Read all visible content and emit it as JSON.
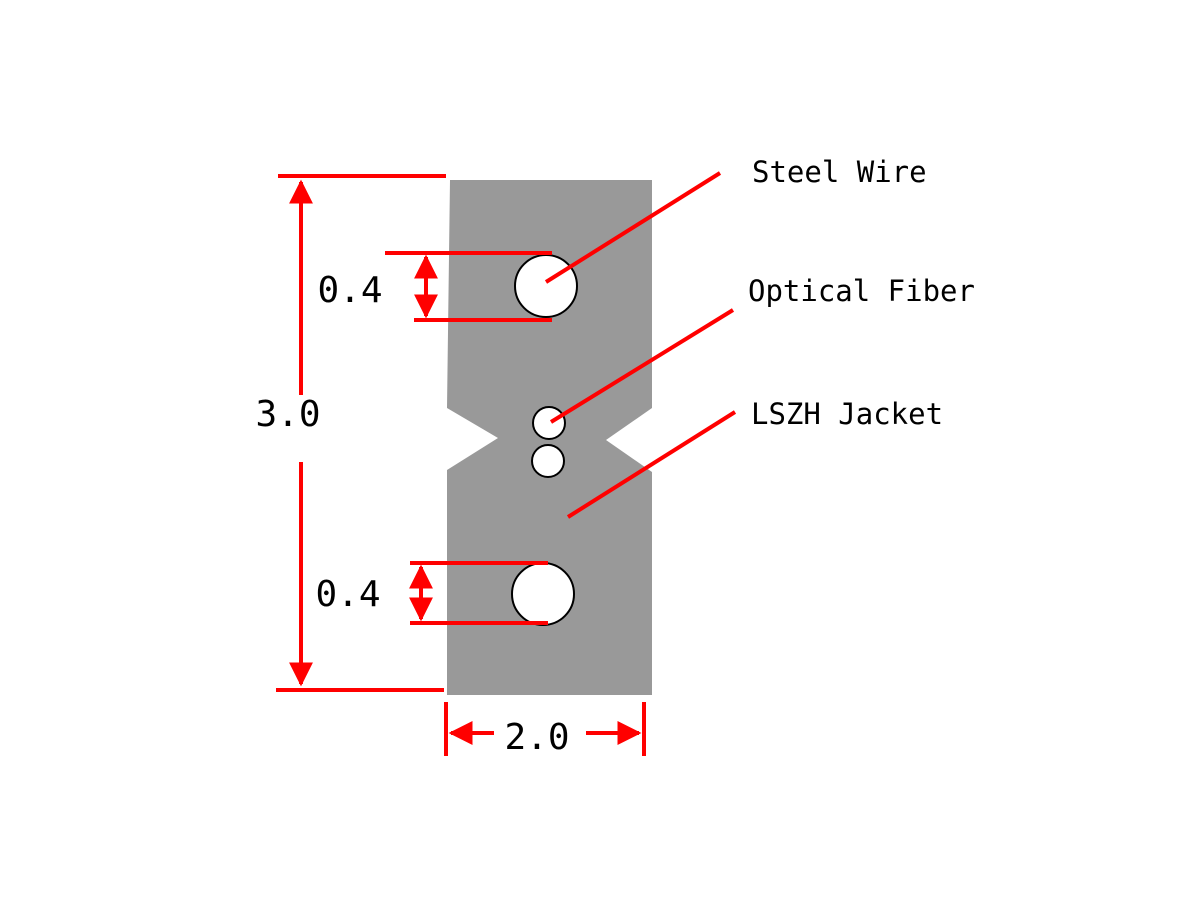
{
  "colors": {
    "jacket": "#999999",
    "dimension": "#ff0000",
    "hole_fill": "#ffffff",
    "hole_stroke": "#000000",
    "text": "#000000",
    "background": "#ffffff"
  },
  "callouts": {
    "steel_wire": "Steel Wire",
    "optical_fiber": "Optical Fiber",
    "lszh_jacket": "LSZH Jacket"
  },
  "dimensions": {
    "total_height": "3.0",
    "total_width": "2.0",
    "upper_wire_diameter": "0.4",
    "lower_wire_diameter": "0.4"
  }
}
